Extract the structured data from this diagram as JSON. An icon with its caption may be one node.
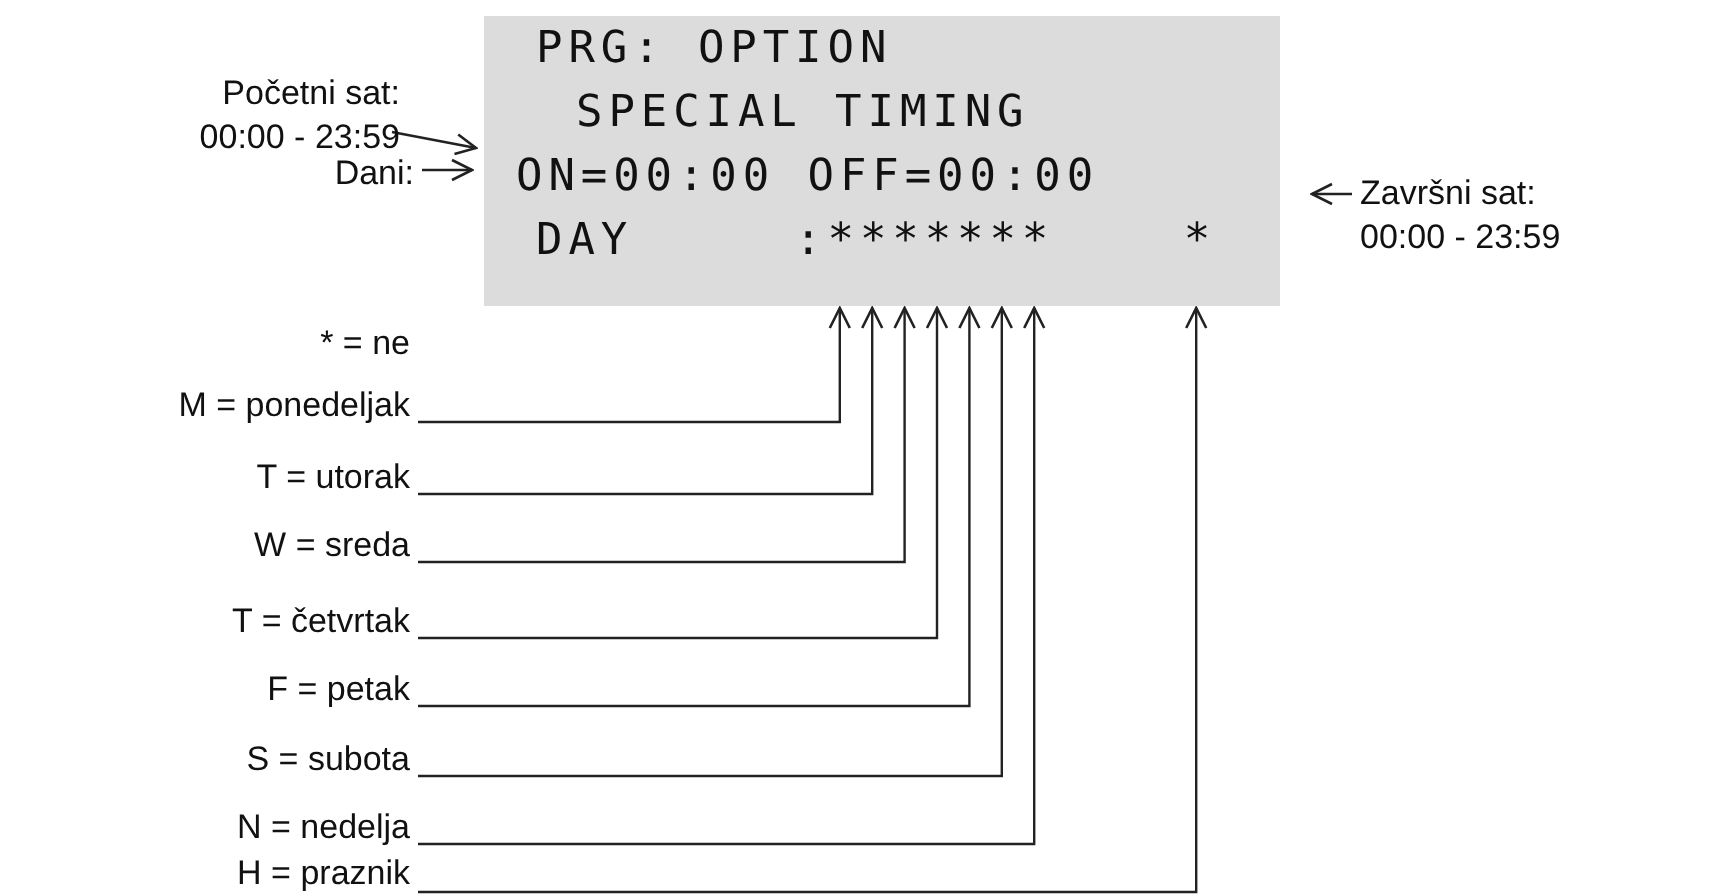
{
  "diagram": {
    "nodes": [
      {
        "text": [
          "PRG: OPTION",
          "SPECIAL TIMING",
          "ON=00:00 OFF=00:00",
          "DAY     :*******    *"
        ]
      },
      {
        "text": [
          "Početni sat: 00:00 - 23:59"
        ]
      },
      {
        "text": [
          "Dani:"
        ]
      },
      {
        "text": [
          "Završni sat: 00:00 - 23:59"
        ]
      },
      {
        "text": [
          "M = ponedeljak"
        ]
      },
      {
        "text": [
          "T = utorak"
        ]
      },
      {
        "text": [
          "W = sreda"
        ]
      },
      {
        "text": [
          "T = četvrtak"
        ]
      },
      {
        "text": [
          "F = petak"
        ]
      },
      {
        "text": [
          "S = subota"
        ]
      },
      {
        "text": [
          "N = nedelja"
        ]
      },
      {
        "text": [
          "H = praznik"
        ]
      }
    ],
    "edges": [
      {
        "from": 1,
        "to": 0,
        "arrow": "to"
      },
      {
        "from": 2,
        "to": 0,
        "arrow": "to"
      },
      {
        "from": 3,
        "to": 0,
        "arrow": "to"
      },
      {
        "from": 4,
        "to": 0,
        "arrow": "to"
      },
      {
        "from": 5,
        "to": 0,
        "arrow": "to"
      },
      {
        "from": 6,
        "to": 0,
        "arrow": "to"
      },
      {
        "from": 7,
        "to": 0,
        "arrow": "to"
      },
      {
        "from": 8,
        "to": 0,
        "arrow": "to"
      },
      {
        "from": 9,
        "to": 0,
        "arrow": "to"
      },
      {
        "from": 10,
        "to": 0,
        "arrow": "to"
      },
      {
        "from": 11,
        "to": 0,
        "arrow": "to"
      }
    ],
    "labels": [
      "* = ne"
    ]
  }
}
